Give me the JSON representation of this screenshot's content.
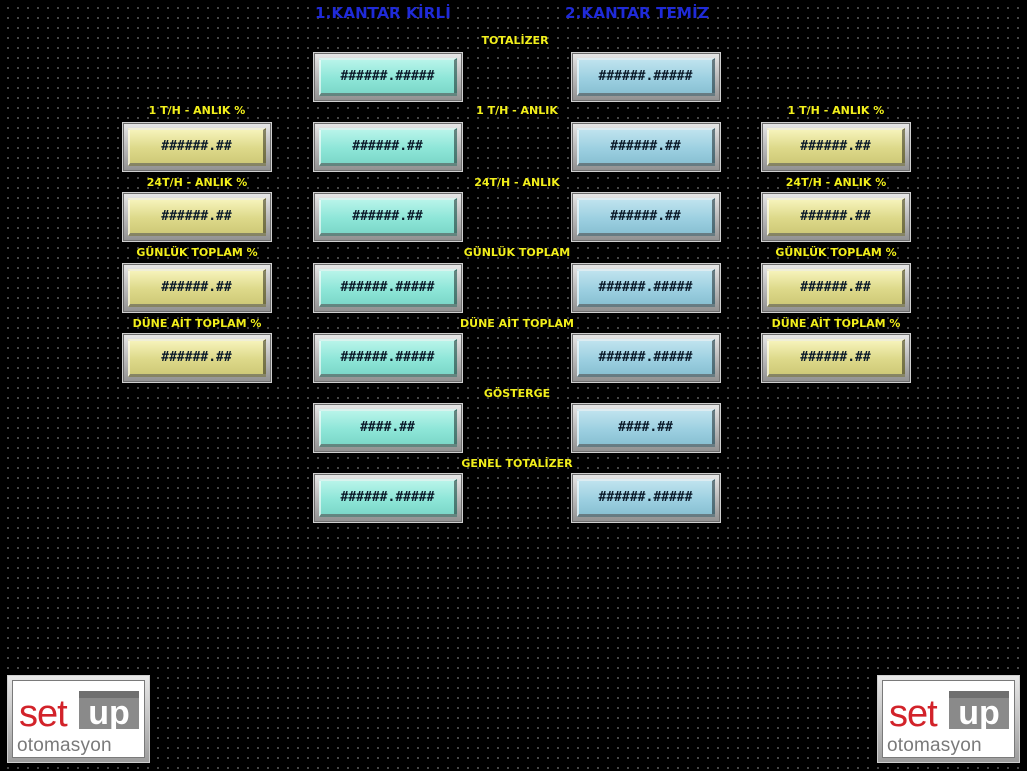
{
  "headers": {
    "left": "1.KANTAR KİRLİ",
    "right": "2.KANTAR TEMİZ"
  },
  "labels": {
    "totalizer": "TOTALİZER",
    "anlik_1th": "1 T/H - ANLIK",
    "anlik_24th": "24T/H - ANLIK",
    "gunluk_toplam": "GÜNLÜK TOPLAM",
    "dune_ait_toplam": "DÜNE AİT TOPLAM",
    "gosterge": "GÖSTERGE",
    "genel_totalizer": "GENEL TOTALİZER",
    "anlik_1th_pct": "1 T/H - ANLIK %",
    "anlik_24th_pct": "24T/H - ANLIK %",
    "gunluk_toplam_pct": "GÜNLÜK TOPLAM %",
    "dune_ait_toplam_pct": "DÜNE AİT TOPLAM %"
  },
  "values": {
    "left_totalizer": "######.#####",
    "right_totalizer": "######.#####",
    "left_anlik_1th": "######.##",
    "right_anlik_1th": "######.##",
    "left_anlik_24th": "######.##",
    "right_anlik_24th": "######.##",
    "left_gunluk": "######.#####",
    "right_gunluk": "######.#####",
    "left_dune": "######.#####",
    "right_dune": "######.#####",
    "left_gosterge": "####.##",
    "right_gosterge": "####.##",
    "left_genel": "######.#####",
    "right_genel": "######.#####",
    "left_pct_1th": "######.##",
    "left_pct_24th": "######.##",
    "left_pct_gunluk": "######.##",
    "left_pct_dune": "######.##",
    "right_pct_1th": "######.##",
    "right_pct_24th": "######.##",
    "right_pct_gunluk": "######.##",
    "right_pct_dune": "######.##"
  },
  "logo": {
    "brand_set": "set",
    "brand_up": "up",
    "brand_sub": "otomasyon"
  },
  "colors": {
    "background": "#000000",
    "header_text": "#1f2ad8",
    "label_text": "#f2ef1b",
    "field_yellow": "#ddd98a",
    "field_cyan": "#8ee6d8",
    "field_blue": "#9dd0e1",
    "logo_red": "#d2232a"
  }
}
